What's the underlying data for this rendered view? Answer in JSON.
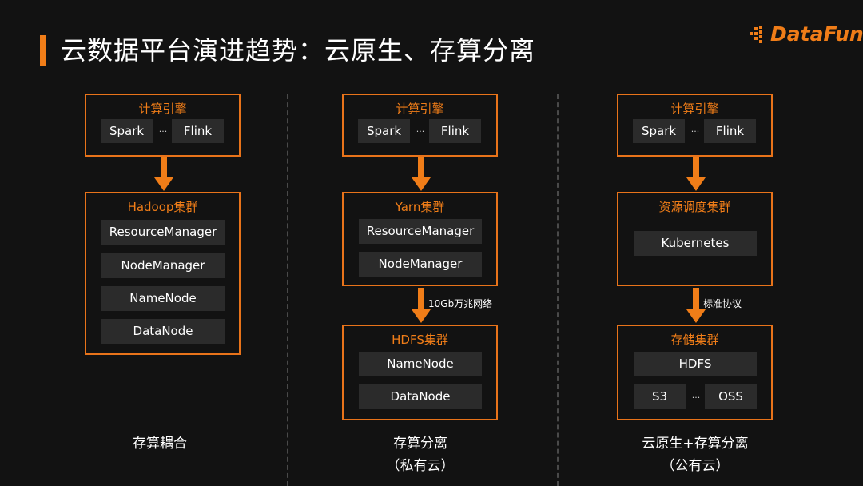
{
  "title": "云数据平台演进趋势：云原生、存算分离",
  "logo_text": "DataFun.",
  "colors": {
    "accent": "#f07d18",
    "background": "#121212",
    "chip": "#2b2b2b"
  },
  "columns": [
    {
      "engine": {
        "title": "计算引擎",
        "items": [
          "Spark",
          "...",
          "Flink"
        ]
      },
      "cluster1": {
        "title": "Hadoop集群",
        "items": [
          "ResourceManager",
          "NodeManager",
          "NameNode",
          "DataNode"
        ]
      },
      "caption_line1": "存算耦合",
      "caption_line2": ""
    },
    {
      "engine": {
        "title": "计算引擎",
        "items": [
          "Spark",
          "...",
          "Flink"
        ]
      },
      "cluster1": {
        "title": "Yarn集群",
        "items": [
          "ResourceManager",
          "NodeManager"
        ]
      },
      "arrow_label": "10Gb万兆网络",
      "cluster2": {
        "title": "HDFS集群",
        "items": [
          "NameNode",
          "DataNode"
        ]
      },
      "caption_line1": "存算分离",
      "caption_line2": "（私有云）"
    },
    {
      "engine": {
        "title": "计算引擎",
        "items": [
          "Spark",
          "...",
          "Flink"
        ]
      },
      "cluster1": {
        "title": "资源调度集群",
        "items": [
          "Kubernetes"
        ]
      },
      "arrow_label": "标准协议",
      "cluster2": {
        "title": "存储集群",
        "items": [
          "HDFS",
          "S3",
          "...",
          "OSS"
        ]
      },
      "caption_line1": "云原生+存算分离",
      "caption_line2": "（公有云）"
    }
  ]
}
